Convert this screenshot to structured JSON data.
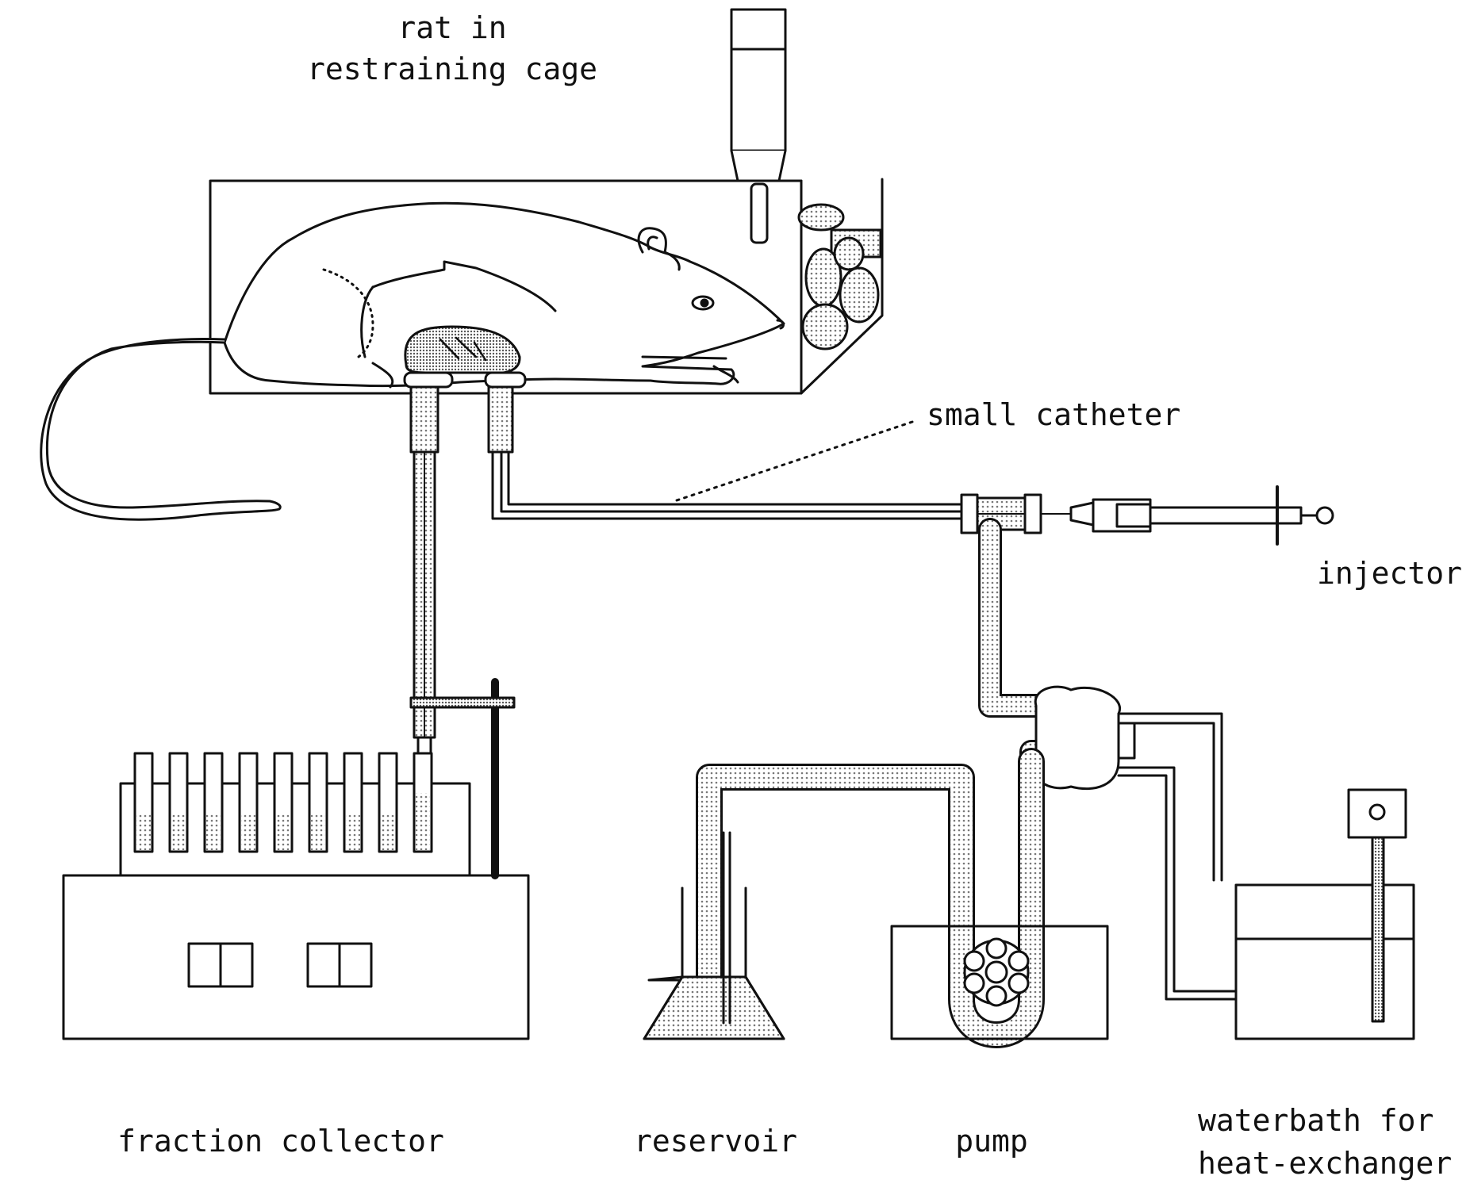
{
  "labels": {
    "rat_line1": "rat in",
    "rat_line2": "restraining cage",
    "small_catheter": "small catheter",
    "injector": "injector",
    "fraction_collector": "fraction collector",
    "reservoir": "reservoir",
    "pump": "pump",
    "waterbath_line1": "waterbath for",
    "waterbath_line2": "heat-exchanger"
  },
  "colors": {
    "ink": "#111111",
    "stipple": "#9a9a9a",
    "background": "#ffffff"
  }
}
